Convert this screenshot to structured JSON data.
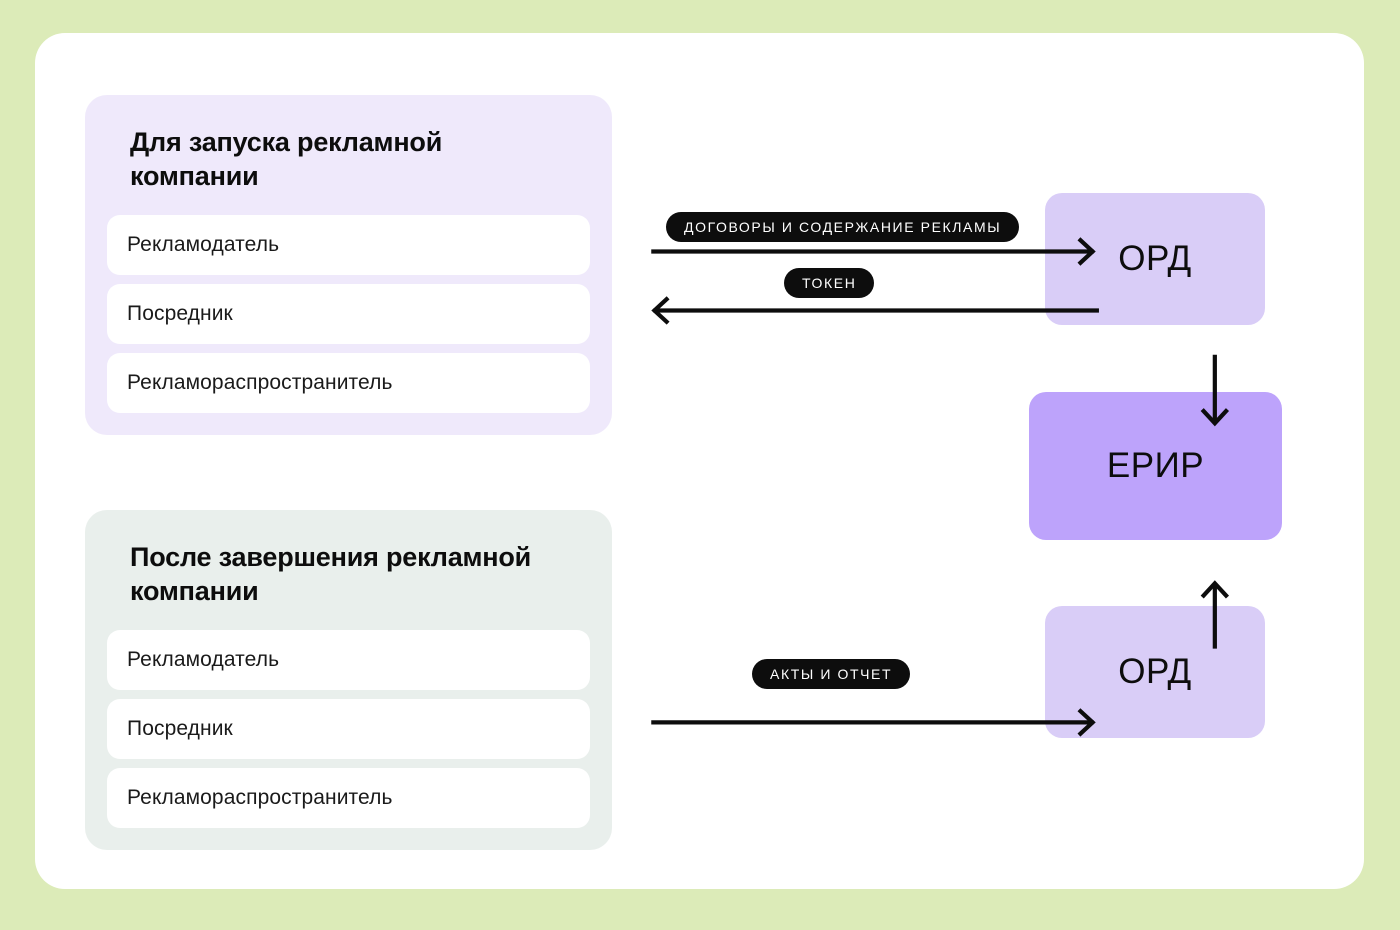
{
  "theme": {
    "page_background": "#DCEBB8",
    "canvas_background": "#FFFFFF",
    "launch_card_background": "#EFE9FB",
    "finish_card_background": "#E9EFEC",
    "row_background": "#FFFFFF",
    "node_light": "#D9CDF7",
    "node_strong": "#BDA3FB",
    "pill_background": "#0D0D0D",
    "pill_text": "#FFFFFF",
    "line_color": "#0D0D0D"
  },
  "stages": [
    {
      "id": "launch",
      "title": "Для запуска рекламной\nкомпании",
      "roles": [
        {
          "label": "Рекламодатель"
        },
        {
          "label": "Посредник"
        },
        {
          "label": "Рекламораспространитель"
        }
      ]
    },
    {
      "id": "finish",
      "title": "После завершения рекламной\nкомпании",
      "roles": [
        {
          "label": "Рекламодатель"
        },
        {
          "label": "Посредник"
        },
        {
          "label": "Рекламораспространитель"
        }
      ]
    }
  ],
  "nodes": [
    {
      "id": "ord-top",
      "label": "ОРД"
    },
    {
      "id": "erir",
      "label": "ЕРИР"
    },
    {
      "id": "ord-bottom",
      "label": "ОРД"
    }
  ],
  "flows": [
    {
      "id": "contracts",
      "label": "ДОГОВОРЫ И СОДЕРЖАНИЕ РЕКЛАМЫ",
      "direction": "right",
      "from": "launch",
      "to": "ord-top"
    },
    {
      "id": "token",
      "label": "ТОКЕН",
      "direction": "left",
      "from": "ord-top",
      "to": "launch"
    },
    {
      "id": "ord-to-erir",
      "label": "",
      "direction": "down",
      "from": "ord-top",
      "to": "erir"
    },
    {
      "id": "acts",
      "label": "АКТЫ И ОТЧЕТ",
      "direction": "right",
      "from": "finish",
      "to": "ord-bottom"
    },
    {
      "id": "ord-bottom-to-erir",
      "label": "",
      "direction": "up",
      "from": "ord-bottom",
      "to": "erir"
    }
  ]
}
